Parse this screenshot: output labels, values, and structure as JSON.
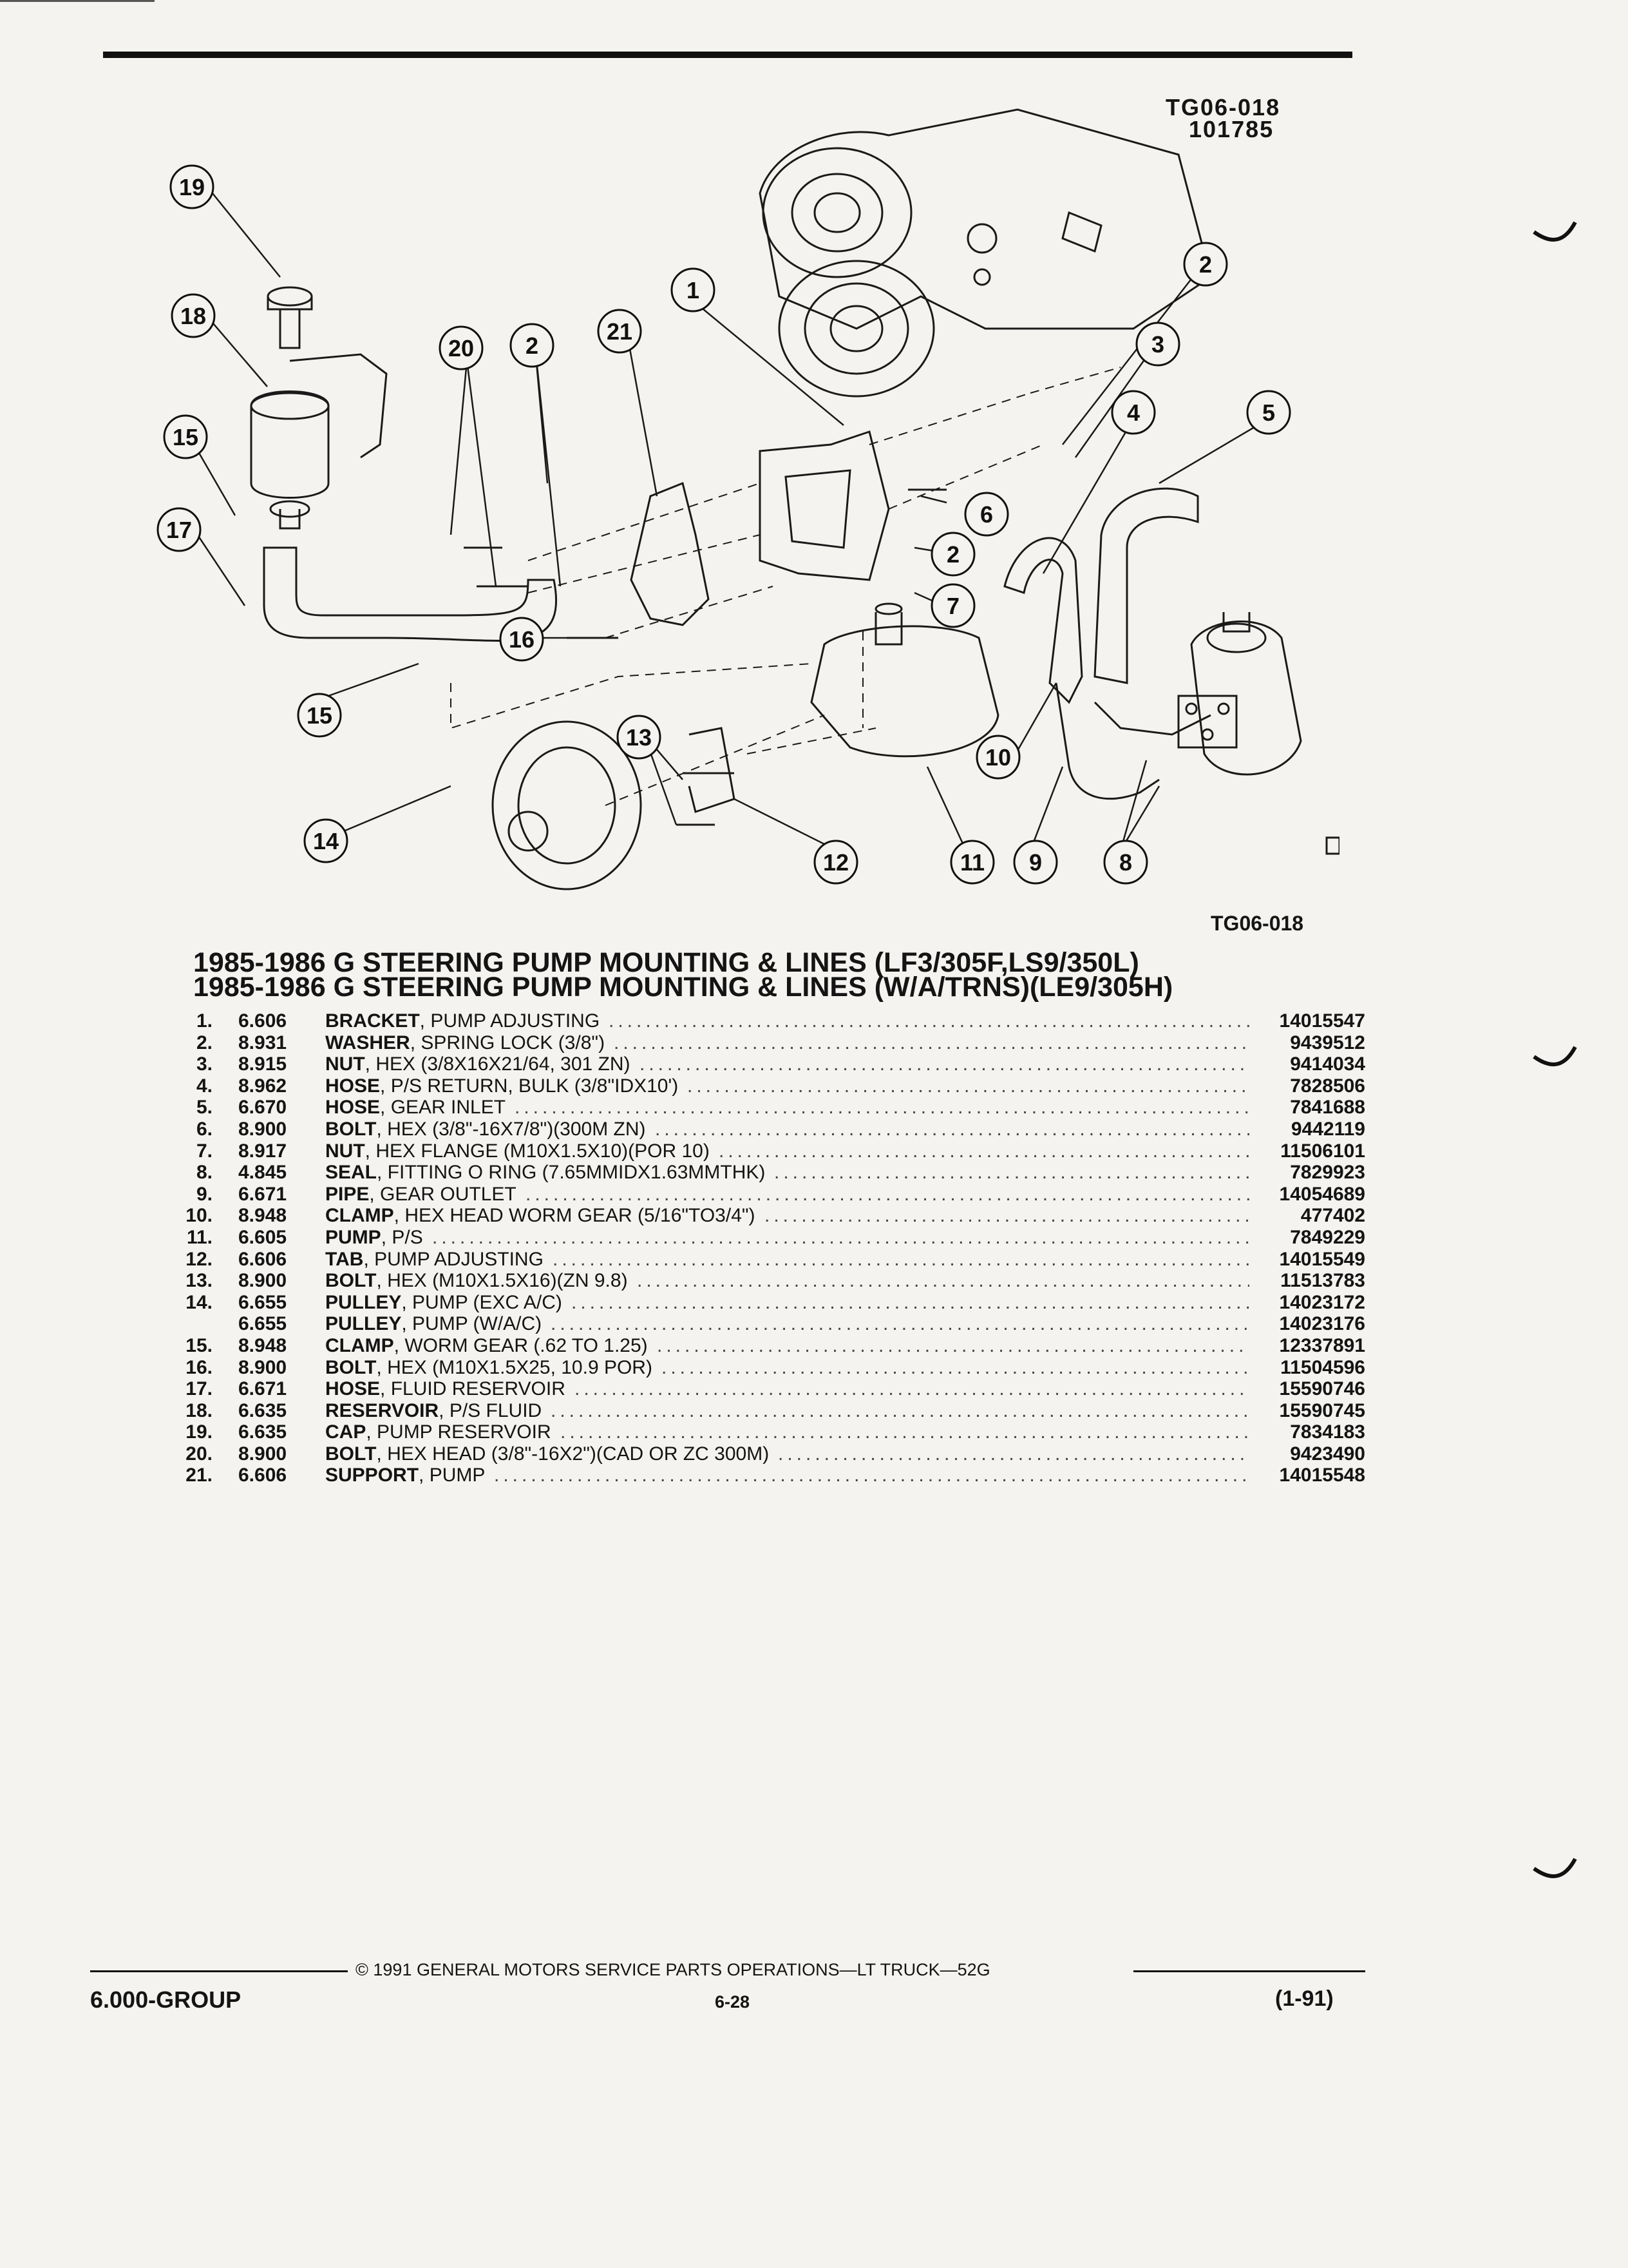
{
  "figure": {
    "code_top": "TG06-018",
    "code_date": "101785",
    "code_bottom": "TG06-018",
    "callouts": [
      "19",
      "18",
      "15",
      "17",
      "20",
      "2",
      "21",
      "1",
      "2",
      "3",
      "4",
      "5",
      "6",
      "2",
      "7",
      "16",
      "15",
      "13",
      "10",
      "14",
      "12",
      "11",
      "9",
      "8"
    ]
  },
  "titles": [
    "1985-1986 G STEERING PUMP MOUNTING & LINES (LF3/305F,LS9/350L)",
    "1985-1986 G STEERING PUMP MOUNTING & LINES (W/A/TRNS)(LE9/305H)"
  ],
  "parts": [
    {
      "num": "1.",
      "group": "6.606",
      "name": "BRACKET",
      "detail": ", PUMP ADJUSTING",
      "pn": "14015547"
    },
    {
      "num": "2.",
      "group": "8.931",
      "name": "WASHER",
      "detail": ", SPRING LOCK (3/8\")",
      "pn": "9439512"
    },
    {
      "num": "3.",
      "group": "8.915",
      "name": "NUT",
      "detail": ", HEX (3/8X16X21/64, 301 ZN)",
      "pn": "9414034"
    },
    {
      "num": "4.",
      "group": "8.962",
      "name": "HOSE",
      "detail": ", P/S RETURN, BULK (3/8\"IDX10')",
      "pn": "7828506"
    },
    {
      "num": "5.",
      "group": "6.670",
      "name": "HOSE",
      "detail": ", GEAR INLET",
      "pn": "7841688"
    },
    {
      "num": "6.",
      "group": "8.900",
      "name": "BOLT",
      "detail": ", HEX (3/8\"-16X7/8\")(300M ZN)",
      "pn": "9442119"
    },
    {
      "num": "7.",
      "group": "8.917",
      "name": "NUT",
      "detail": ", HEX FLANGE (M10X1.5X10)(POR 10)",
      "pn": "11506101"
    },
    {
      "num": "8.",
      "group": "4.845",
      "name": "SEAL",
      "detail": ", FITTING O RING (7.65MMIDX1.63MMTHK)",
      "pn": "7829923"
    },
    {
      "num": "9.",
      "group": "6.671",
      "name": "PIPE",
      "detail": ", GEAR OUTLET",
      "pn": "14054689"
    },
    {
      "num": "10.",
      "group": "8.948",
      "name": "CLAMP",
      "detail": ", HEX HEAD WORM GEAR (5/16\"TO3/4\")",
      "pn": "477402"
    },
    {
      "num": "11.",
      "group": "6.605",
      "name": "PUMP",
      "detail": ", P/S",
      "pn": "7849229"
    },
    {
      "num": "12.",
      "group": "6.606",
      "name": "TAB",
      "detail": ", PUMP ADJUSTING",
      "pn": "14015549"
    },
    {
      "num": "13.",
      "group": "8.900",
      "name": "BOLT",
      "detail": ", HEX (M10X1.5X16)(ZN 9.8)",
      "pn": "11513783"
    },
    {
      "num": "14.",
      "group": "6.655",
      "name": "PULLEY",
      "detail": ", PUMP (EXC A/C)",
      "pn": "14023172"
    },
    {
      "num": "",
      "group": "6.655",
      "name": "PULLEY",
      "detail": ", PUMP (W/A/C)",
      "pn": "14023176"
    },
    {
      "num": "15.",
      "group": "8.948",
      "name": "CLAMP",
      "detail": ", WORM GEAR (.62 TO 1.25)",
      "pn": "12337891"
    },
    {
      "num": "16.",
      "group": "8.900",
      "name": "BOLT",
      "detail": ", HEX (M10X1.5X25, 10.9 POR)",
      "pn": "11504596"
    },
    {
      "num": "17.",
      "group": "6.671",
      "name": "HOSE",
      "detail": ", FLUID RESERVOIR",
      "pn": "15590746"
    },
    {
      "num": "18.",
      "group": "6.635",
      "name": "RESERVOIR",
      "detail": ", P/S FLUID",
      "pn": "15590745"
    },
    {
      "num": "19.",
      "group": "6.635",
      "name": "CAP",
      "detail": ", PUMP RESERVOIR",
      "pn": "7834183"
    },
    {
      "num": "20.",
      "group": "8.900",
      "name": "BOLT",
      "detail": ", HEX HEAD (3/8\"-16X2\")(CAD OR ZC 300M)",
      "pn": "9423490"
    },
    {
      "num": "21.",
      "group": "6.606",
      "name": "SUPPORT",
      "detail": ", PUMP",
      "pn": "14015548"
    }
  ],
  "footer": {
    "copyright": "© 1991 GENERAL MOTORS SERVICE PARTS OPERATIONS—LT TRUCK—52G",
    "group": "6.000-GROUP",
    "page": "6-28",
    "date_code": "(1-91)"
  }
}
